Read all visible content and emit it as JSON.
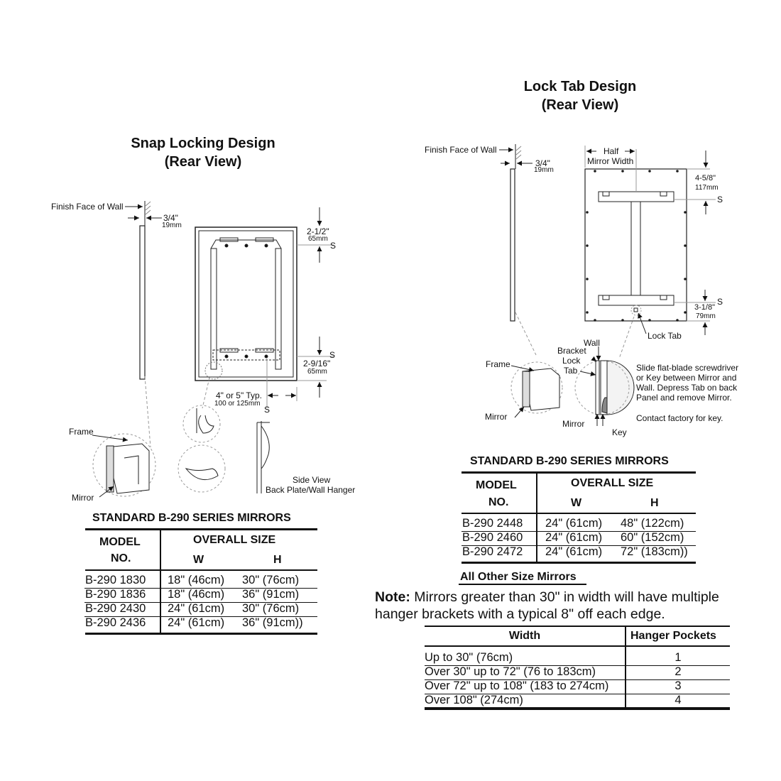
{
  "snap": {
    "title": "Snap Locking Design",
    "subtitle": "(Rear View)",
    "finish_face": "Finish Face of Wall",
    "depth_in": "3/4\"",
    "depth_mm": "19mm",
    "top_in": "2-1/2\"",
    "top_mm": "65mm",
    "bottom_in": "2-9/16\"",
    "bottom_mm": "65mm",
    "spacing_in": "4\" or 5\" Typ.",
    "spacing_mm": "100 or 125mm",
    "s": "S",
    "frame": "Frame",
    "mirror": "Mirror",
    "side_view_1": "Side View",
    "side_view_2": "Back Plate/Wall Hanger"
  },
  "snap_table": {
    "title": "STANDARD B-290 SERIES MIRRORS",
    "model": "MODEL",
    "no": "NO.",
    "overall": "OVERALL SIZE",
    "w": "W",
    "h": "H",
    "rows": [
      {
        "model": "B-290 1830",
        "w": "18\" (46cm)",
        "h": "30\" (76cm)"
      },
      {
        "model": "B-290 1836",
        "w": "18\" (46cm)",
        "h": "36\" (91cm)"
      },
      {
        "model": "B-290 2430",
        "w": "24\" (61cm)",
        "h": "30\" (76cm)"
      },
      {
        "model": "B-290 2436",
        "w": "24\" (61cm)",
        "h": "36\" (91cm))"
      }
    ]
  },
  "lock": {
    "title": "Lock Tab Design",
    "subtitle": "(Rear View)",
    "finish_face": "Finish Face of Wall",
    "depth_in": "3/4\"",
    "depth_mm": "19mm",
    "half": "Half",
    "mirror_width": "Mirror Width",
    "top_in": "4-5/8\"",
    "top_mm": "117mm",
    "bottom_in": "3-1/8\"",
    "bottom_mm": "79mm",
    "s": "S",
    "lock_tab": "Lock Tab",
    "wall": "Wall",
    "bracket": "Bracket",
    "lock": "Lock",
    "tab": "Tab",
    "frame": "Frame",
    "mirror": "Mirror",
    "key": "Key",
    "instructions_1": "Slide flat-blade screwdriver",
    "instructions_2": "or Key between Mirror and",
    "instructions_3": "Wall. Depress Tab on back",
    "instructions_4": "Panel and remove Mirror.",
    "contact": "Contact factory for key."
  },
  "lock_table": {
    "title": "STANDARD B-290 SERIES MIRRORS",
    "model": "MODEL",
    "no": "NO.",
    "overall": "OVERALL SIZE",
    "w": "W",
    "h": "H",
    "rows": [
      {
        "model": "B-290 2448",
        "w": "24\" (61cm)",
        "h": "48\" (122cm)"
      },
      {
        "model": "B-290 2460",
        "w": "24\" (61cm)",
        "h": "60\" (152cm)"
      },
      {
        "model": "B-290 2472",
        "w": "24\" (61cm)",
        "h": "72\" (183cm))"
      }
    ]
  },
  "other": {
    "heading": "All Other Size Mirrors",
    "note_label": "Note:",
    "note_1": " Mirrors greater than 30\" in width will have multiple",
    "note_2": "hanger brackets with a typical 8\" off each edge.",
    "col_width": "Width",
    "col_pockets": "Hanger Pockets",
    "rows": [
      {
        "width": "Up to 30\" (76cm)",
        "pockets": "1"
      },
      {
        "width": "Over 30\" up to 72\" (76 to 183cm)",
        "pockets": "2"
      },
      {
        "width": "Over 72\" up to 108\" (183 to 274cm)",
        "pockets": "3"
      },
      {
        "width": "Over 108\" (274cm)",
        "pockets": "4"
      }
    ]
  }
}
